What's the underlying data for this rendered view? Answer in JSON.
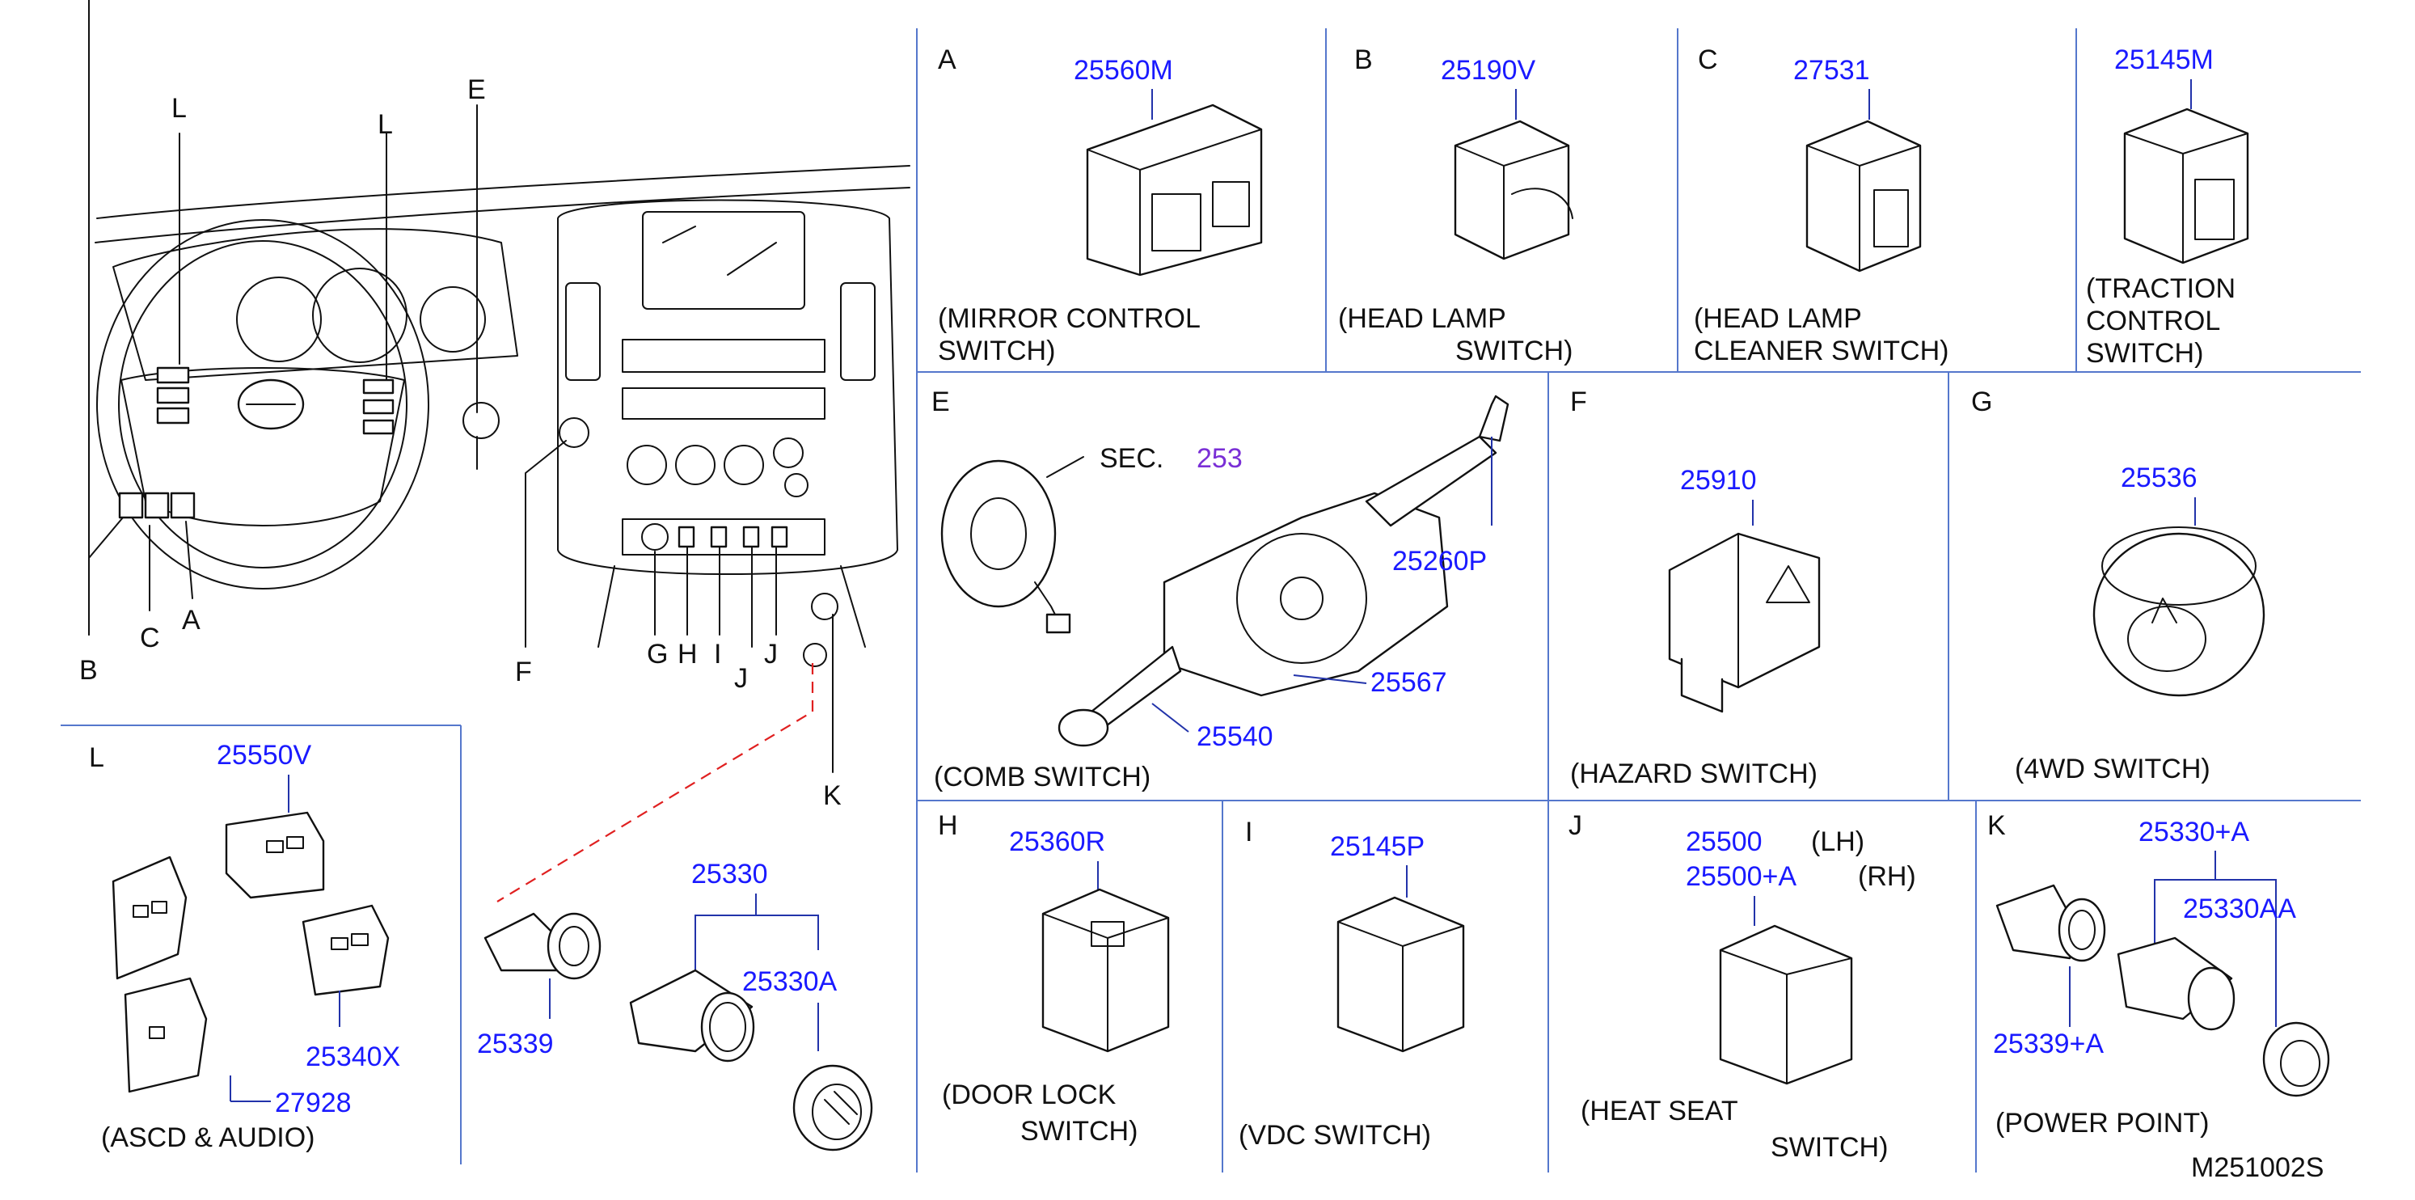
{
  "diagram_code": "M251002S",
  "callouts": {
    "L1": "L",
    "L2": "L",
    "E": "E",
    "B": "B",
    "C": "C",
    "A": "A",
    "F": "F",
    "G": "G",
    "H": "H",
    "I": "I",
    "J": "J",
    "K": "K"
  },
  "panels": {
    "A": {
      "letter": "A",
      "part": "25560M",
      "caption1": "(MIRROR    CONTROL",
      "caption2": "SWITCH)"
    },
    "B": {
      "letter": "B",
      "part": "25190V",
      "caption1": "(HEAD    LAMP",
      "caption2": "SWITCH)"
    },
    "C": {
      "letter": "C",
      "part": "27531",
      "caption1": "(HEAD    LAMP",
      "caption2": "CLEANER   SWITCH)"
    },
    "D": {
      "part": "25145M",
      "caption1": "(TRACTION",
      "caption2": "CONTROL",
      "caption3": "SWITCH)"
    },
    "E": {
      "letter": "E",
      "sec_label": "SEC.",
      "sec_num": "253",
      "part1": "25260P",
      "part2": "25567",
      "part3": "25540",
      "caption": "(COMB    SWITCH)"
    },
    "F": {
      "letter": "F",
      "part": "25910",
      "caption": "(HAZARD    SWITCH)"
    },
    "G": {
      "letter": "G",
      "part": "25536",
      "caption": "(4WD    SWITCH)"
    },
    "L": {
      "letter": "L",
      "part1": "25550V",
      "part2": "25340X",
      "part3": "27928",
      "caption": "(ASCD   &   AUDIO)"
    },
    "lighter": {
      "part1": "25330",
      "part2": "25330A",
      "part3": "25339"
    },
    "H": {
      "letter": "H",
      "part": "25360R",
      "caption1": "(DOOR    LOCK",
      "caption2": "SWITCH)"
    },
    "I": {
      "letter": "I",
      "part": "25145P",
      "caption": "(VDC    SWITCH)"
    },
    "J": {
      "letter": "J",
      "part1": "25500",
      "side1": "(LH)",
      "part2": "25500+A",
      "side2": "(RH)",
      "caption1": "(HEAT    SEAT",
      "caption2": "SWITCH)"
    },
    "K": {
      "letter": "K",
      "part1": "25330+A",
      "part2": "25330AA",
      "part3": "25339+A",
      "caption": "(POWER    POINT)"
    }
  },
  "colors": {
    "part_number": "#1a1aff",
    "section_ref": "#7a2fd6",
    "grid": "#5577cc",
    "dashed_link": "#e02020"
  }
}
